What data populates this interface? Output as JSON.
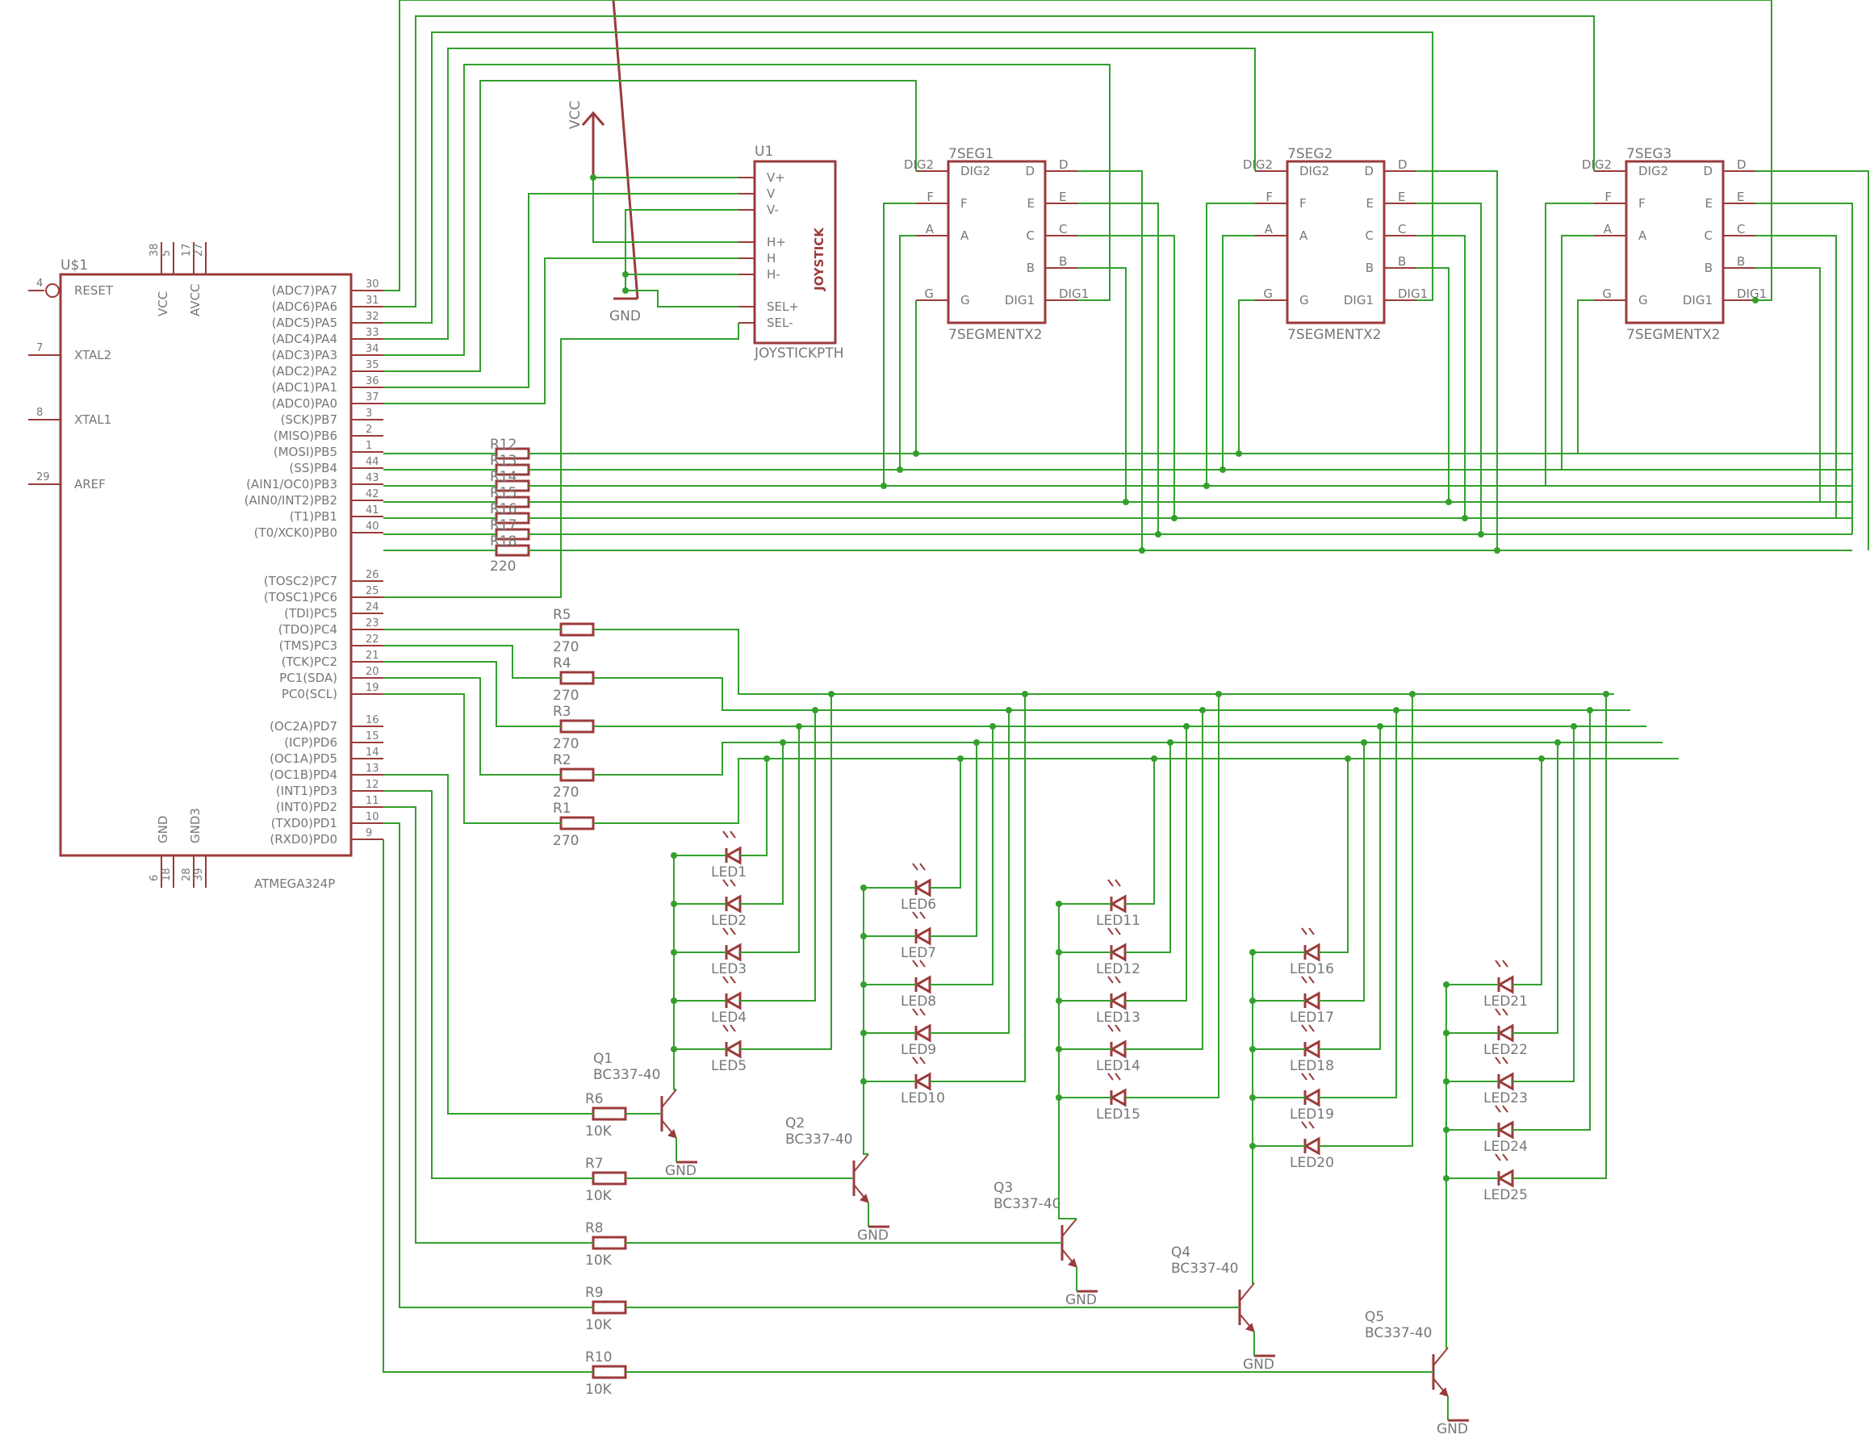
{
  "mcu": {
    "name": "U$1",
    "value": "ATMEGA324P",
    "left_pins": [
      {
        "num": "4",
        "label": "RESET"
      },
      {
        "num": "7",
        "label": "XTAL2"
      },
      {
        "num": "8",
        "label": "XTAL1"
      },
      {
        "num": "29",
        "label": "AREF"
      }
    ],
    "top_pins": [
      {
        "num": "38",
        "label": "VCC"
      },
      {
        "num": "5",
        "label": ""
      },
      {
        "num": "17",
        "label": "AVCC"
      },
      {
        "num": "27",
        "label": ""
      }
    ],
    "bottom_pins": [
      {
        "num": "6",
        "label": "GND"
      },
      {
        "num": "18",
        "label": ""
      },
      {
        "num": "28",
        "label": "GND3"
      },
      {
        "num": "39",
        "label": ""
      }
    ],
    "right_pins": [
      {
        "num": "30",
        "label": "(ADC7)PA7"
      },
      {
        "num": "31",
        "label": "(ADC6)PA6"
      },
      {
        "num": "32",
        "label": "(ADC5)PA5"
      },
      {
        "num": "33",
        "label": "(ADC4)PA4"
      },
      {
        "num": "34",
        "label": "(ADC3)PA3"
      },
      {
        "num": "35",
        "label": "(ADC2)PA2"
      },
      {
        "num": "36",
        "label": "(ADC1)PA1"
      },
      {
        "num": "37",
        "label": "(ADC0)PA0"
      },
      {
        "num": "3",
        "label": "(SCK)PB7"
      },
      {
        "num": "2",
        "label": "(MISO)PB6"
      },
      {
        "num": "1",
        "label": "(MOSI)PB5"
      },
      {
        "num": "44",
        "label": "(SS)PB4"
      },
      {
        "num": "43",
        "label": "(AIN1/OC0)PB3"
      },
      {
        "num": "42",
        "label": "(AIN0/INT2)PB2"
      },
      {
        "num": "41",
        "label": "(T1)PB1"
      },
      {
        "num": "40",
        "label": "(T0/XCK0)PB0"
      },
      {
        "num": "26",
        "label": "(TOSC2)PC7"
      },
      {
        "num": "25",
        "label": "(TOSC1)PC6"
      },
      {
        "num": "24",
        "label": "(TDI)PC5"
      },
      {
        "num": "23",
        "label": "(TDO)PC4"
      },
      {
        "num": "22",
        "label": "(TMS)PC3"
      },
      {
        "num": "21",
        "label": "(TCK)PC2"
      },
      {
        "num": "20",
        "label": "PC1(SDA)"
      },
      {
        "num": "19",
        "label": "PC0(SCL)"
      },
      {
        "num": "16",
        "label": "(OC2A)PD7"
      },
      {
        "num": "15",
        "label": "(ICP)PD6"
      },
      {
        "num": "14",
        "label": "(OC1A)PD5"
      },
      {
        "num": "13",
        "label": "(OC1B)PD4"
      },
      {
        "num": "12",
        "label": "(INT1)PD3"
      },
      {
        "num": "11",
        "label": "(INT0)PD2"
      },
      {
        "num": "10",
        "label": "(TXD0)PD1"
      },
      {
        "num": "9",
        "label": "(RXD0)PD0"
      }
    ]
  },
  "joystick": {
    "name": "U1",
    "value": "JOYSTICKPTH",
    "title": "JOYSTICK",
    "pins": [
      "V+",
      "V",
      "V-",
      "H+",
      "H",
      "H-",
      "SEL+",
      "SEL-"
    ]
  },
  "power": {
    "vcc": "VCC",
    "gnd": "GND"
  },
  "sevenseg": [
    {
      "name": "7SEG1",
      "value": "7SEGMENTX2"
    },
    {
      "name": "7SEG2",
      "value": "7SEGMENTX2"
    },
    {
      "name": "7SEG3",
      "value": "7SEGMENTX2"
    }
  ],
  "sevenseg_pins": {
    "left": [
      "DIG2",
      "F",
      "A",
      "G"
    ],
    "right": [
      "D",
      "E",
      "C",
      "B",
      "DIG1"
    ]
  },
  "seg_resistors": {
    "names": [
      "R12",
      "R13",
      "R14",
      "R15",
      "R16",
      "R17",
      "R18"
    ],
    "value": "220"
  },
  "row_resistors": [
    {
      "name": "R5",
      "value": "270"
    },
    {
      "name": "R4",
      "value": "270"
    },
    {
      "name": "R3",
      "value": "270"
    },
    {
      "name": "R2",
      "value": "270"
    },
    {
      "name": "R1",
      "value": "270"
    }
  ],
  "base_resistors": [
    {
      "name": "R6",
      "value": "10K"
    },
    {
      "name": "R7",
      "value": "10K"
    },
    {
      "name": "R8",
      "value": "10K"
    },
    {
      "name": "R9",
      "value": "10K"
    },
    {
      "name": "R10",
      "value": "10K"
    }
  ],
  "transistors": [
    {
      "name": "Q1",
      "value": "BC337-40"
    },
    {
      "name": "Q2",
      "value": "BC337-40"
    },
    {
      "name": "Q3",
      "value": "BC337-40"
    },
    {
      "name": "Q4",
      "value": "BC337-40"
    },
    {
      "name": "Q5",
      "value": "BC337-40"
    }
  ],
  "leds": [
    "LED1",
    "LED2",
    "LED3",
    "LED4",
    "LED5",
    "LED6",
    "LED7",
    "LED8",
    "LED9",
    "LED10",
    "LED11",
    "LED12",
    "LED13",
    "LED14",
    "LED15",
    "LED16",
    "LED17",
    "LED18",
    "LED19",
    "LED20",
    "LED21",
    "LED22",
    "LED23",
    "LED24",
    "LED25"
  ],
  "colors": {
    "part": "#9b3b3b",
    "wire": "#33a02c",
    "text": "#777777"
  }
}
